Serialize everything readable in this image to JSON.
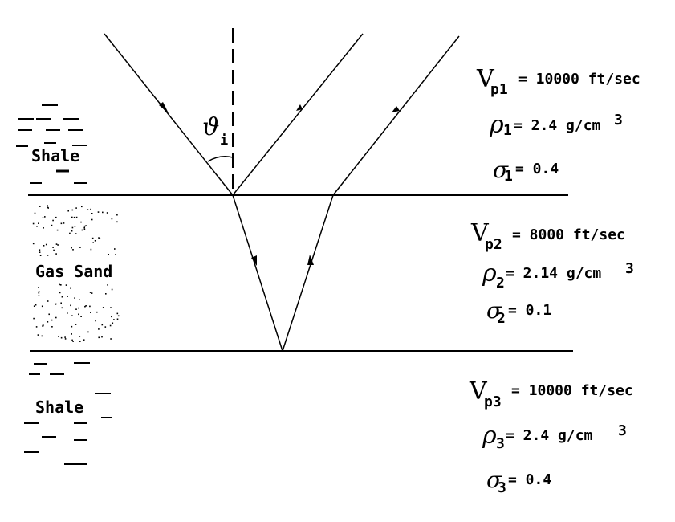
{
  "layers": [
    {
      "name": "Shale"
    },
    {
      "name": "Gas Sand"
    },
    {
      "name": "Shale"
    }
  ],
  "incidence_angle_label": {
    "symbol": "ϑ",
    "subscript": "i"
  },
  "properties": [
    {
      "vp": {
        "sym": "V",
        "sub": "p1",
        "value": "= 10000 ft/sec"
      },
      "rho": {
        "sym": "ρ",
        "sub": "1",
        "value": "= 2.4 g/cm",
        "sup": "3"
      },
      "sigma": {
        "sym": "σ",
        "sub": "1",
        "value": "= 0.4"
      }
    },
    {
      "vp": {
        "sym": "V",
        "sub": "p2",
        "value": "= 8000 ft/sec"
      },
      "rho": {
        "sym": "ρ",
        "sub": "2",
        "value": " = 2.14 g/cm",
        "sup": "3"
      },
      "sigma": {
        "sym": "σ",
        "sub": "2",
        "value": "= 0.1"
      }
    },
    {
      "vp": {
        "sym": "V",
        "sub": "p3",
        "value": "= 10000 ft/sec"
      },
      "rho": {
        "sym": "ρ",
        "sub": "3",
        "value": " = 2.4 g/cm",
        "sup": "3"
      },
      "sigma": {
        "sym": "σ",
        "sub": "3",
        "value": "= 0.4"
      }
    }
  ]
}
